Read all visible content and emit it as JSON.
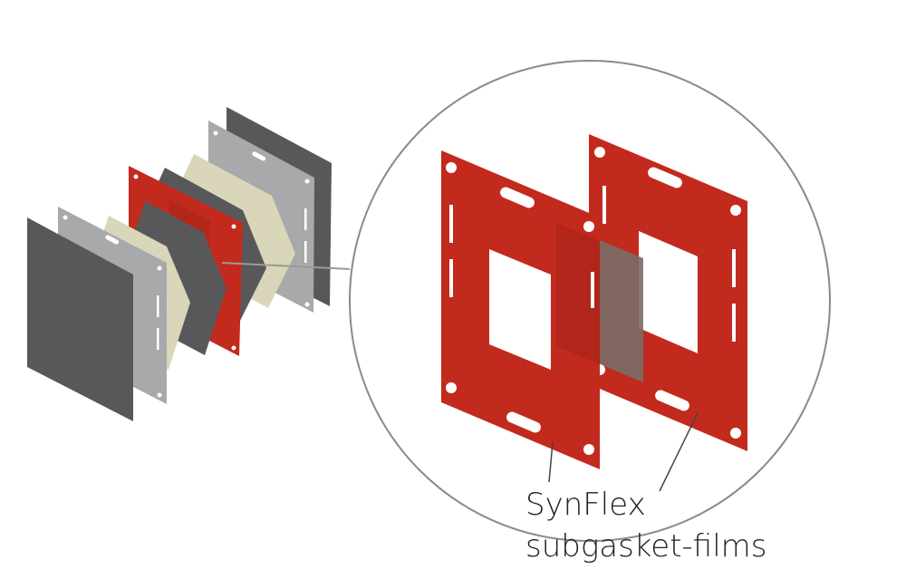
{
  "diagram": {
    "callout": {
      "line1": "SynFlex",
      "line2": "subgasket-films"
    },
    "colors": {
      "background": "#ffffff",
      "dark_plate": "#58585a",
      "light_plate": "#a7a9ab",
      "gdl_layer": "#d9d6b9",
      "membrane": "#58585a",
      "subgasket_red": "#c22a1e",
      "catalyst_window": "#7a6c66",
      "circle_outline": "#8a8a8a",
      "leader_line": "#444444"
    },
    "stack_layers": [
      "dark-end-plate",
      "gray-flow-plate",
      "beige-gdl",
      "dark-membrane",
      "red-subgasket",
      "dark-membrane",
      "beige-gdl",
      "gray-flow-plate",
      "dark-end-plate"
    ]
  }
}
